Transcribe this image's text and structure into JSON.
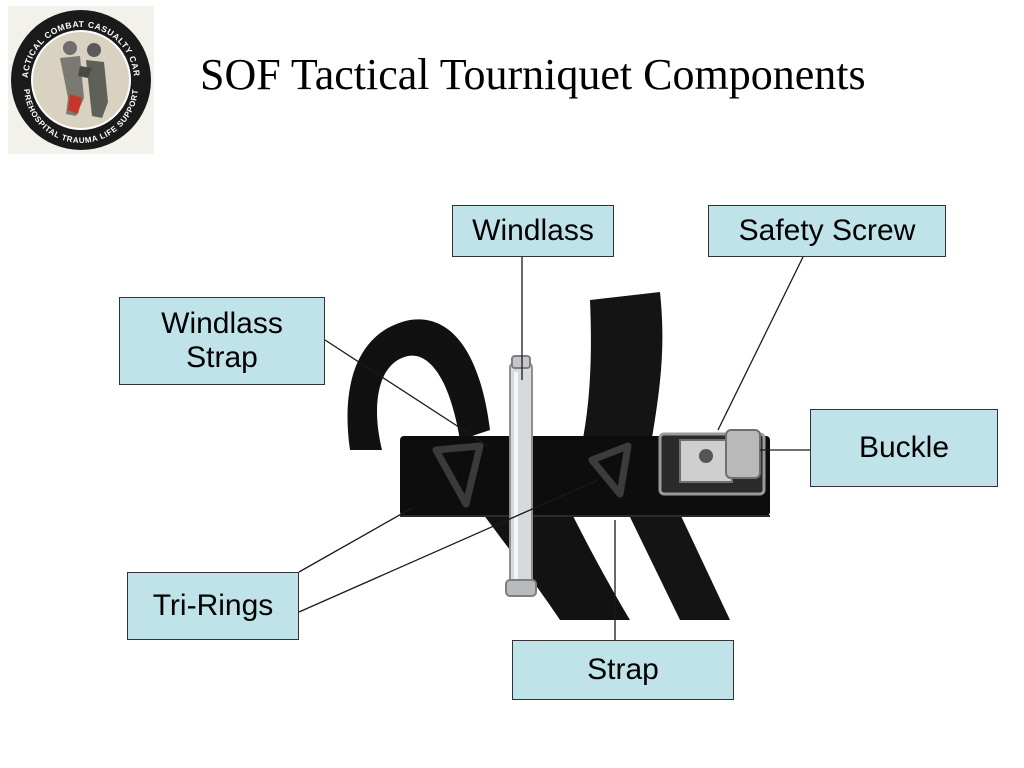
{
  "slide": {
    "title": "SOF Tactical Tourniquet Components"
  },
  "logo": {
    "icon": "tactical-combat-casualty-care-seal",
    "ring_text_top": "TACTICAL COMBAT CASUALTY CARE",
    "ring_text_bottom": "PREHOSPITAL TRAUMA LIFE SUPPORT",
    "colors": {
      "ring": "#1a1a1a",
      "inner": "#d9d2c0",
      "accent": "#c8352b"
    }
  },
  "diagram": {
    "photo_subject": "tourniquet-photo",
    "colors": {
      "label_fill": "#bfe3e9",
      "label_border": "#333333",
      "strap": "#111111",
      "rod": "#d7d9db"
    },
    "labels": {
      "windlass": "Windlass",
      "safety_screw": "Safety Screw",
      "windlass_strap_line1": "Windlass",
      "windlass_strap_line2": "Strap",
      "buckle": "Buckle",
      "tri_rings": "Tri-Rings",
      "strap": "Strap"
    }
  }
}
